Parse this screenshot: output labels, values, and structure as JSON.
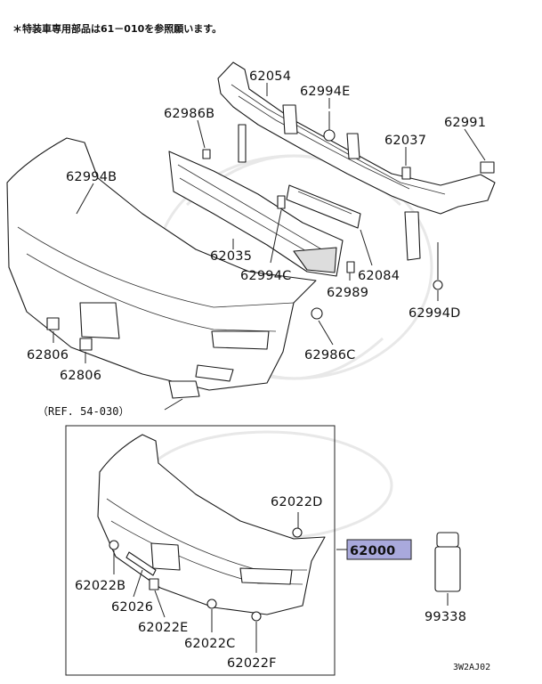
{
  "note": "＊特装車専用部品は61－010を参照願います。",
  "reference": "（REF. 54-030）",
  "diagram_code": "3W2AJ02",
  "highlight_color": "#a9a9dc",
  "parts": {
    "p62054": "62054",
    "p62994E": "62994E",
    "p62986B": "62986B",
    "p62991": "62991",
    "p62037": "62037",
    "p62994B": "62994B",
    "p62035": "62035",
    "p62994C": "62994C",
    "p62084": "62084",
    "p62989": "62989",
    "p62994D": "62994D",
    "p62806a": "62806",
    "p62806b": "62806",
    "p62986C": "62986C",
    "p62022D": "62022D",
    "p62000": "62000",
    "p62022B": "62022B",
    "p62026": "62026",
    "p62022E": "62022E",
    "p62022C": "62022C",
    "p62022F": "62022F",
    "p99338": "99338"
  }
}
